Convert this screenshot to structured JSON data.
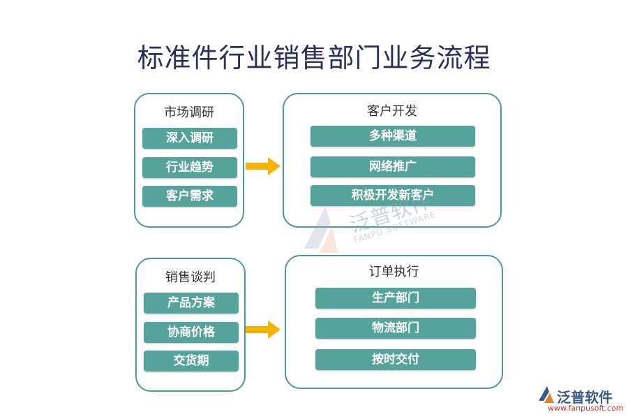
{
  "title": "标准件行业销售部门业务流程",
  "panels": [
    {
      "title": "市场调研",
      "items": [
        "深入调研",
        "行业趋势",
        "客户需求"
      ]
    },
    {
      "title": "客户开发",
      "items": [
        "多种渠道",
        "网络推广",
        "积极开发新客户"
      ]
    },
    {
      "title": "销售谈判",
      "items": [
        "产品方案",
        "协商价格",
        "交货期"
      ]
    },
    {
      "title": "订单执行",
      "items": [
        "生产部门",
        "物流部门",
        "按时交付"
      ]
    }
  ],
  "watermark": {
    "text": "泛普软件",
    "sub": "FANPU SOFTWARE"
  },
  "logo": {
    "text": "泛普软件",
    "url": "www.fanpusoft.com"
  },
  "colors": {
    "accent": "#55a39a",
    "border": "#4a9a91",
    "arrow": "#f5b400",
    "title": "#2b2f5c"
  }
}
